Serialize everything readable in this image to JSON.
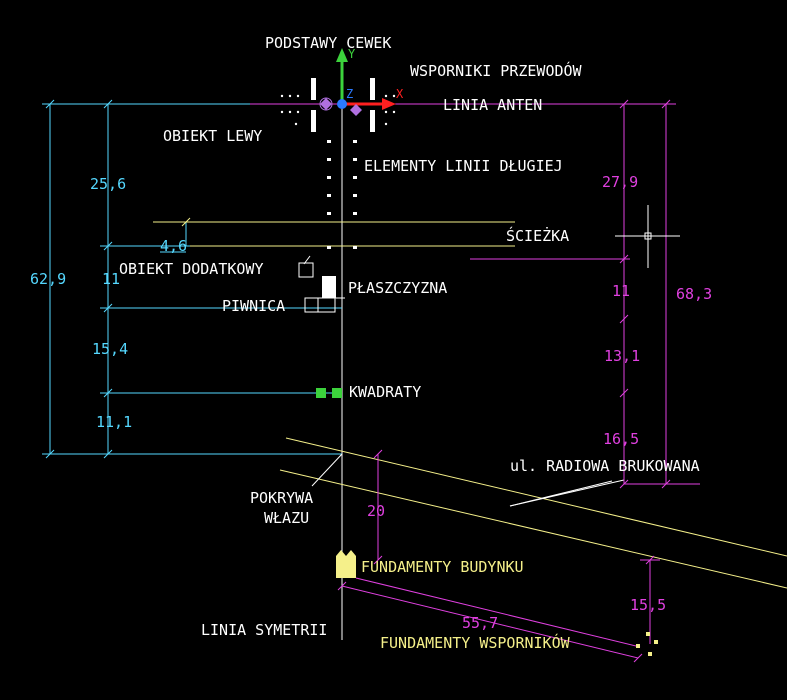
{
  "labels": {
    "podstawy_cewek": "PODSTAWY CEWEK",
    "wsporniki_przewodow": "WSPORNIKI PRZEWODÓW",
    "linia_anten": "LINIA ANTEN",
    "obiekt_lewy": "OBIEKT LEWY",
    "elementy_linii_dlugiej": "ELEMENTY LINII DŁUGIEJ",
    "sciezka": "ŚCIEŻKA",
    "obiekt_dodatkowy": "OBIEKT DODATKOWY",
    "plaszczyzna": "PŁASZCZYZNA",
    "piwnica": "PIWNICA",
    "kwadraty": "KWADRATY",
    "ul_radiowa": "ul. RADIOWA BRUKOWANA",
    "pokrywa": "POKRYWA",
    "wlazu": "WŁAZU",
    "fundamenty_budynku": "FUNDAMENTY BUDYNKU",
    "linia_symetrii": "LINIA SYMETRII",
    "fundamenty_wspornikow": "FUNDAMENTY WSPORNIKÓW"
  },
  "dimensions": {
    "left_total": "62,9",
    "left_1": "25,6",
    "left_small": "4,6",
    "left_2": "11",
    "left_3": "15,4",
    "left_4": "11,1",
    "right_1": "27,9",
    "right_2": "11",
    "right_3": "13,1",
    "right_4": "16,5",
    "right_total": "68,3",
    "bottom_20": "20",
    "diag_55_7": "55,7",
    "bottom_15_5": "15,5"
  },
  "axes": {
    "x": "X",
    "y": "Y",
    "z": "Z"
  },
  "colors": {
    "background": "#000000",
    "cyan": "#55d8ff",
    "magenta": "#e040e0",
    "yellow": "#f5f08a",
    "white": "#ffffff",
    "green": "#3cd23c",
    "red": "#ff2020"
  }
}
